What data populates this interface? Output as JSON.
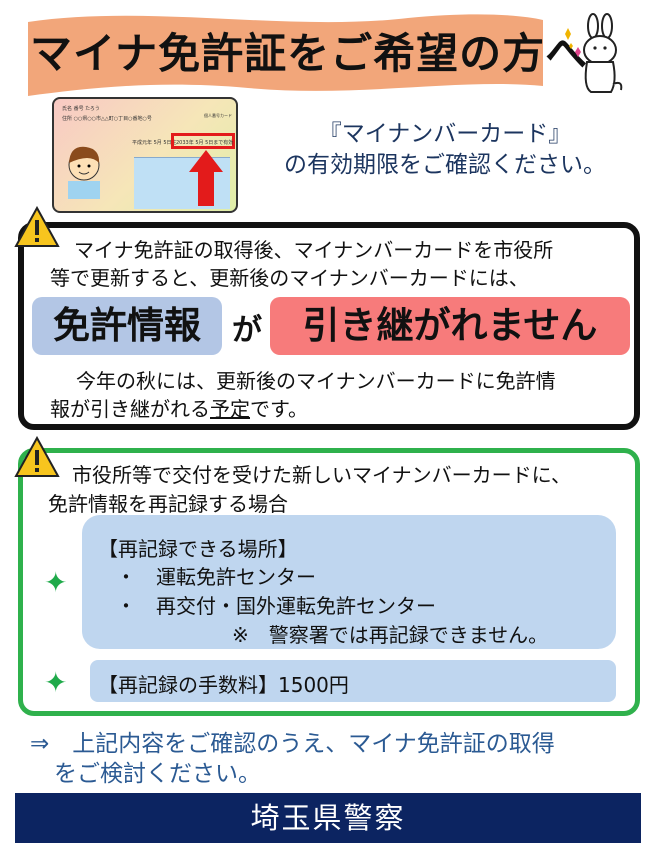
{
  "header": {
    "title": "マイナ免許証をご希望の方へ"
  },
  "card_illustration": {
    "name_line": "氏名 番号 たろう",
    "address_line": "住所 ○○県○○市△△町○丁目○番地○号",
    "birth_line": "平成元年 5月 5日生",
    "expiry_line": "2033年 5月 5日まで有効",
    "card_label": "個人番号カード"
  },
  "subtitle": {
    "line1": "『マイナンバーカード』",
    "line2": "の有効期限をご確認ください。"
  },
  "warning1": {
    "line1": "マイナ免許証の取得後、マイナンバーカードを市役所",
    "line2": "等で更新すると、更新後のマイナンバーカードには、",
    "pill_blue": "免許情報",
    "particle": "が",
    "pill_red": "引き継がれません",
    "note_line1": "今年の秋には、更新後のマイナンバーカードに免許情",
    "note_line2_a": "報が引き継がれる",
    "note_line2_b": "予定",
    "note_line2_c": "です。"
  },
  "warning2": {
    "line1": "市役所等で交付を受けた新しいマイナンバーカードに、",
    "line2": "免許情報を再記録する場合",
    "locations_heading": "【再記録できる場所】",
    "locations": [
      "・　運転免許センター",
      "・　再交付・国外運転免許センター"
    ],
    "locations_note": "※　警察署では再記録できません。",
    "fee": "【再記録の手数料】1500円"
  },
  "closing": {
    "line1": "⇒　上記内容をご確認のうえ、マイナ免許証の取得",
    "line2": "をご検討ください。"
  },
  "footer": {
    "label": "埼玉県警察"
  },
  "colors": {
    "banner": "#f2a67a",
    "navy": "#0c2461",
    "green": "#2fb14c",
    "pill_blue": "#b3c6e5",
    "pill_red": "#f77b7b"
  }
}
